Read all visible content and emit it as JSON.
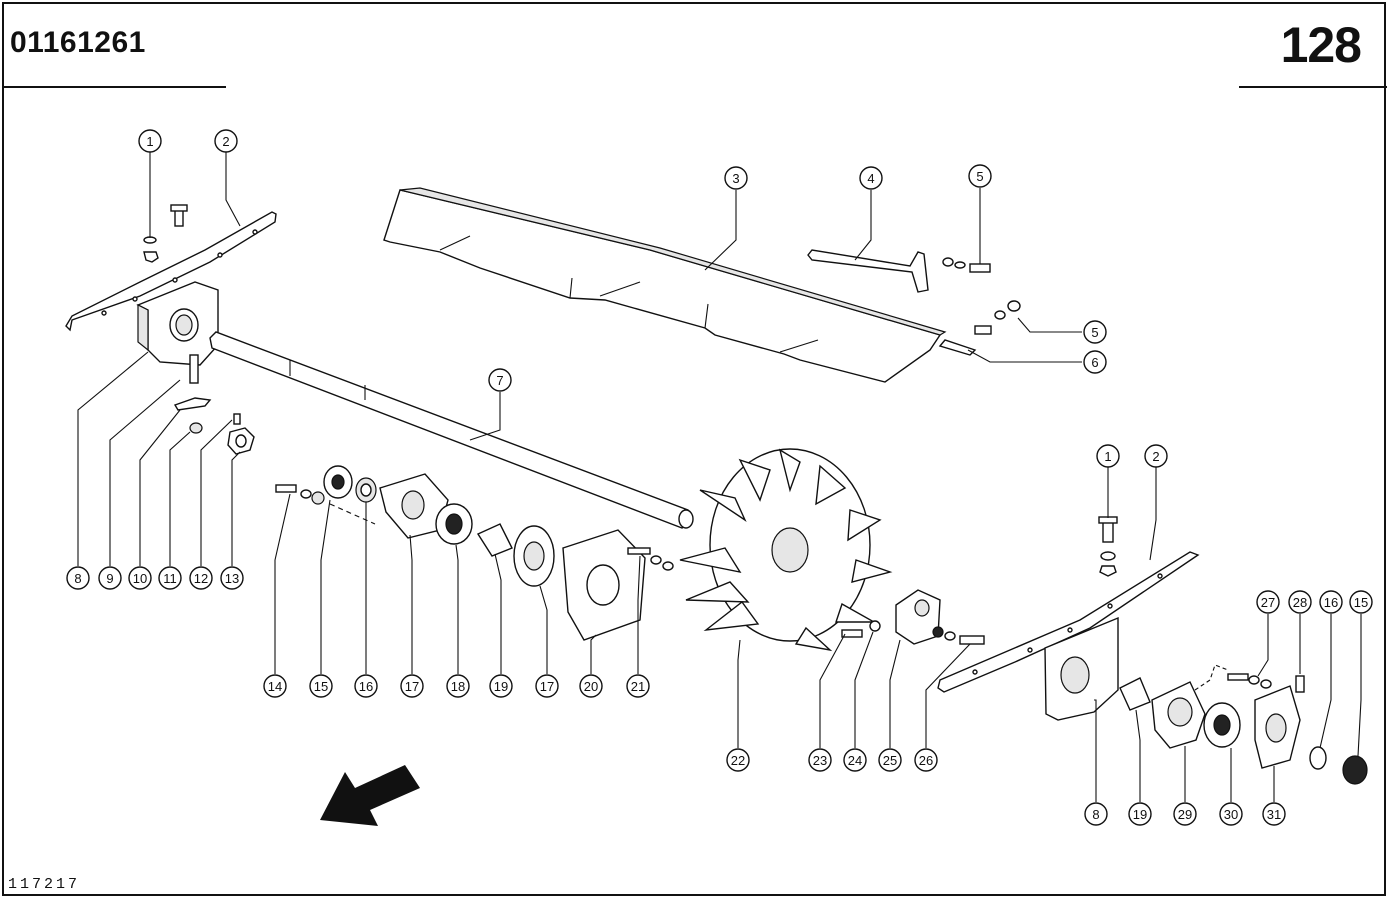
{
  "header": {
    "part_number": "01161261",
    "page_number": "128"
  },
  "footer": {
    "figure_id": "117217"
  },
  "callouts": [
    {
      "label": "1"
    },
    {
      "label": "2"
    },
    {
      "label": "3"
    },
    {
      "label": "4"
    },
    {
      "label": "5"
    },
    {
      "label": "5"
    },
    {
      "label": "6"
    },
    {
      "label": "7"
    },
    {
      "label": "8"
    },
    {
      "label": "9"
    },
    {
      "label": "10"
    },
    {
      "label": "11"
    },
    {
      "label": "12"
    },
    {
      "label": "13"
    },
    {
      "label": "14"
    },
    {
      "label": "15"
    },
    {
      "label": "16"
    },
    {
      "label": "17"
    },
    {
      "label": "18"
    },
    {
      "label": "19"
    },
    {
      "label": "17"
    },
    {
      "label": "20"
    },
    {
      "label": "21"
    },
    {
      "label": "22"
    },
    {
      "label": "23"
    },
    {
      "label": "24"
    },
    {
      "label": "25"
    },
    {
      "label": "26"
    },
    {
      "label": "1"
    },
    {
      "label": "2"
    },
    {
      "label": "27"
    },
    {
      "label": "28"
    },
    {
      "label": "16"
    },
    {
      "label": "15"
    },
    {
      "label": "8"
    },
    {
      "label": "19"
    },
    {
      "label": "29"
    },
    {
      "label": "30"
    },
    {
      "label": "31"
    }
  ]
}
